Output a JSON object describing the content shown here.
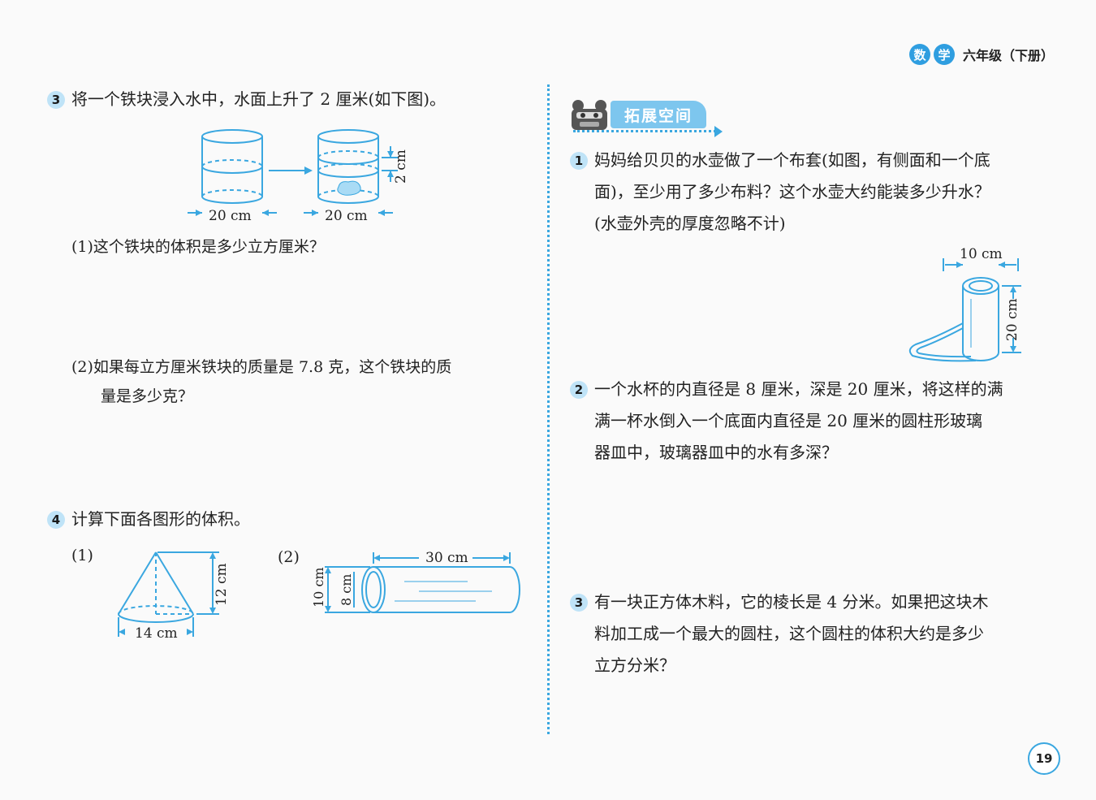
{
  "header": {
    "subject_char1": "数",
    "subject_char2": "学",
    "grade": "六年级（下册）"
  },
  "left": {
    "q3": {
      "num": "3",
      "text": "将一个铁块浸入水中，水面上升了 2 厘米(如下图)。",
      "fig_label_left": "20 cm",
      "fig_label_right": "20 cm",
      "fig_rise": "2 cm",
      "sub1": "(1)这个铁块的体积是多少立方厘米？",
      "sub2_line1": "(2)如果每立方厘米铁块的质量是 7.8 克，这个铁块的质",
      "sub2_line2": "量是多少克？"
    },
    "q4": {
      "num": "4",
      "text": "计算下面各图形的体积。",
      "part1_label": "(1)",
      "part2_label": "(2)",
      "cone_height": "12 cm",
      "cone_diameter": "14 cm",
      "tube_length": "30 cm",
      "tube_outer": "10 cm",
      "tube_inner": "8 cm"
    }
  },
  "right": {
    "section_title": "拓展空间",
    "q1": {
      "num": "1",
      "line1": "妈妈给贝贝的水壶做了一个布套(如图，有侧面和一个底",
      "line2": "面)，至少用了多少布料？这个水壶大约能装多少升水？",
      "line3": "(水壶外壳的厚度忽略不计)",
      "fig_width": "10 cm",
      "fig_height": "20 cm"
    },
    "q2": {
      "num": "2",
      "line1": "一个水杯的内直径是 8 厘米，深是 20 厘米，将这样的满",
      "line2": "满一杯水倒入一个底面内直径是 20 厘米的圆柱形玻璃",
      "line3": "器皿中，玻璃器皿中的水有多深？"
    },
    "q3": {
      "num": "3",
      "line1": "有一块正方体木料，它的棱长是 4 分米。如果把这块木",
      "line2": "料加工成一个最大的圆柱，这个圆柱的体积大约是多少",
      "line3": "立方分米？"
    }
  },
  "footer": {
    "page_number": "19"
  },
  "colors": {
    "accent": "#2f9ee0",
    "light_accent": "#bfe3f7",
    "line": "#3aa7e0"
  }
}
